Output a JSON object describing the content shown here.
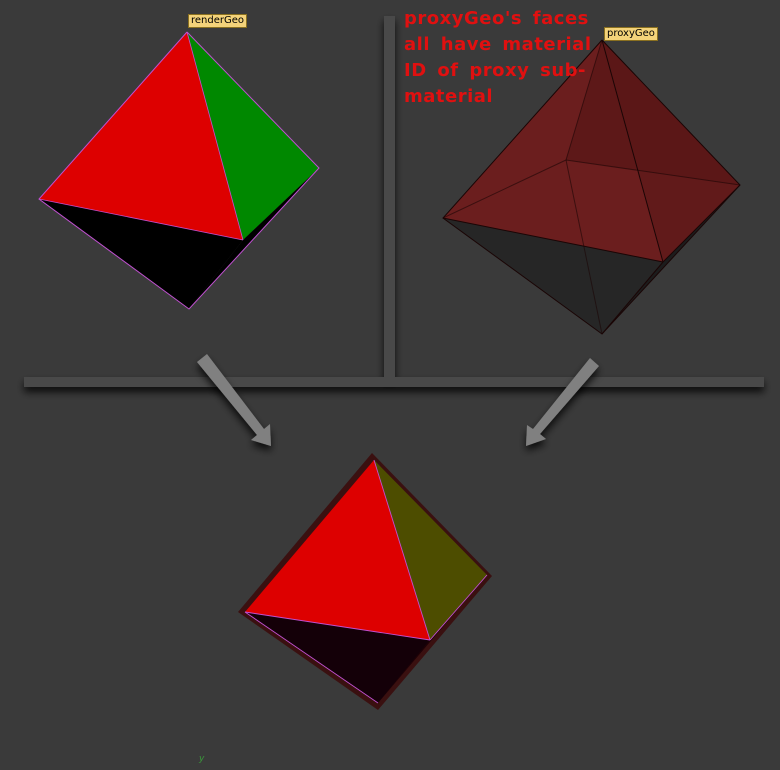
{
  "labels": {
    "render_geo": "renderGeo",
    "proxy_geo": "proxyGeo"
  },
  "annotation": {
    "text": "proxyGeo's faces all have material ID of proxy sub-material"
  },
  "axis": {
    "y_label": "y"
  },
  "colors": {
    "background": "#3a3a3a",
    "red_face": "#dd0000",
    "green_face": "#008800",
    "black_face": "#000000",
    "proxy_face": "#5a1818",
    "olive_face": "#4d4d00",
    "selection_wire": "#c050d0",
    "annotation_text": "#e01010",
    "divider": "#4a4a4a"
  }
}
